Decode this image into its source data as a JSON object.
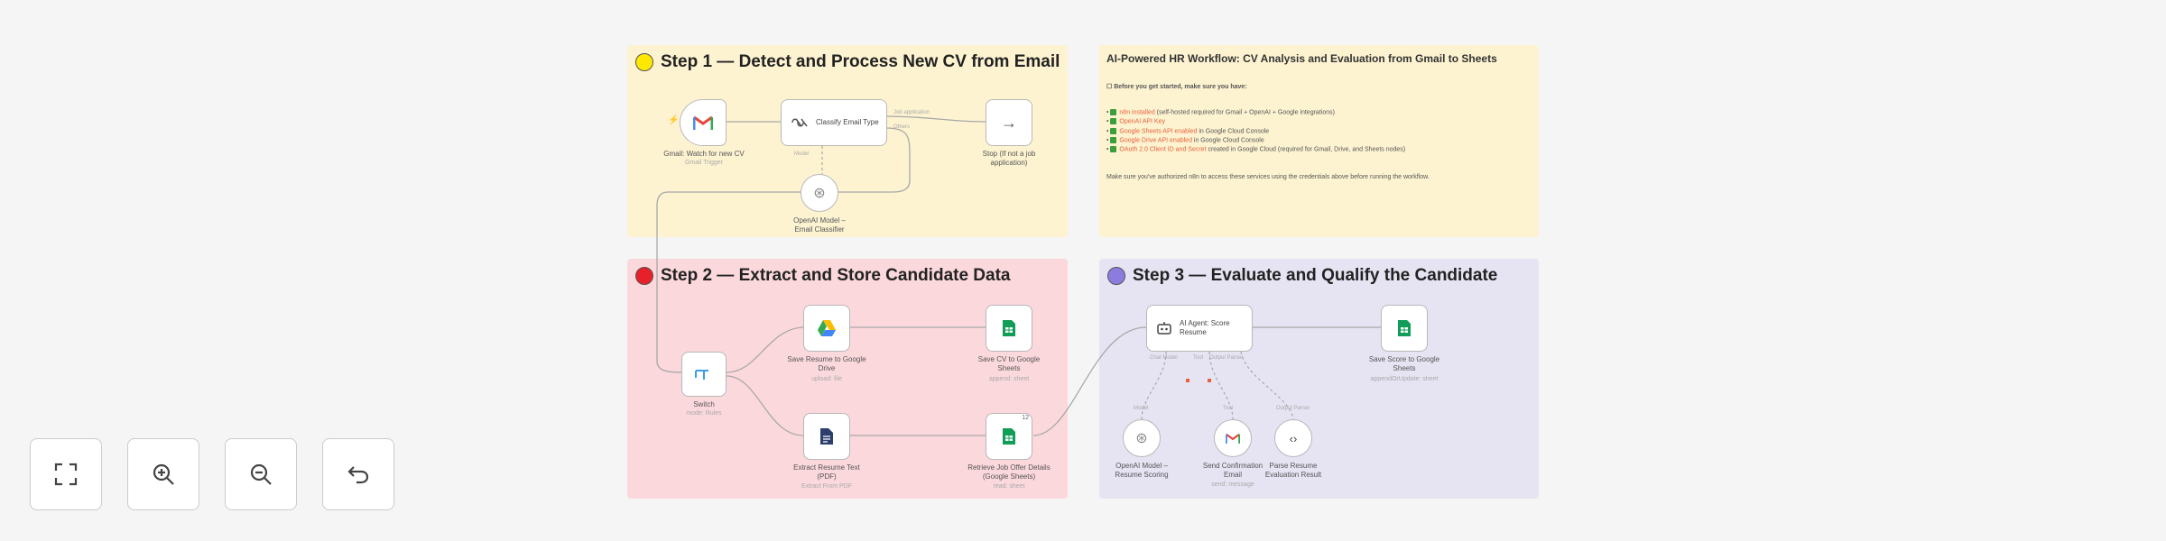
{
  "step1": {
    "title": "Step 1 — Detect and Process New CV from Email",
    "color": "#fdf3d1",
    "dot": "#ffe800"
  },
  "step2": {
    "title": "Step 2 — Extract and Store Candidate Data",
    "color": "#fbd8dc",
    "dot": "#e8202a"
  },
  "step3": {
    "title": "Step 3 — Evaluate and Qualify the Candidate",
    "color": "#e6e3f3",
    "dot": "#8c7ce0"
  },
  "note": {
    "title": "AI-Powered HR Workflow: CV Analysis and Evaluation from Gmail to Sheets",
    "intro": "☐ Before you get started, make sure you have:",
    "items": [
      {
        "req": "n8n installed",
        "rest": " (self-hosted required for Gmail + OpenAI + Google integrations)"
      },
      {
        "req": "OpenAI API Key",
        "rest": ""
      },
      {
        "req": "Google Sheets API enabled",
        "rest": " in Google Cloud Console"
      },
      {
        "req": "Google Drive API enabled",
        "rest": " in Google Cloud Console"
      },
      {
        "req": "OAuth 2.0 Client ID and Secret",
        "rest": " created in Google Cloud (required for Gmail, Drive, and Sheets nodes)"
      }
    ],
    "footer": "Make sure you've authorized n8n to access these services using the credentials above before running the workflow.",
    "color": "#fdf3d1"
  },
  "nodes": {
    "gmail_trigger": {
      "label": "Gmail: Watch for new CV",
      "sub": "Gmail Trigger"
    },
    "classify": {
      "label": "Classify Email Type"
    },
    "stop": {
      "label": "Stop (If not a job application)"
    },
    "openai_classifier": {
      "label": "OpenAI Model – Email Classifier"
    },
    "switch": {
      "label": "Switch",
      "sub": "mode: Rules"
    },
    "save_drive": {
      "label": "Save Resume to Google Drive",
      "sub": "upload: file"
    },
    "save_cv_sheets": {
      "label": "Save CV to Google Sheets",
      "sub": "append: sheet"
    },
    "extract_pdf": {
      "label": "Extract Resume Text (PDF)",
      "sub": "Extract From PDF"
    },
    "retrieve_job": {
      "label": "Retrieve Job Offer Details (Google Sheets)",
      "sub": "read: sheet",
      "badge": "12"
    },
    "ai_agent": {
      "label": "AI Agent: Score Resume"
    },
    "save_score": {
      "label": "Save Score to Google Sheets",
      "sub": "appendOrUpdate: sheet"
    },
    "openai_scoring": {
      "label": "OpenAI Model – Resume Scoring"
    },
    "send_email": {
      "label": "Send Confirmation Email",
      "sub": "send: message"
    },
    "parse_result": {
      "label": "Parse Resume Evaluation Result"
    }
  },
  "edge_labels": {
    "job_app": "Job application",
    "others": "Others",
    "model": "Model",
    "chat_model": "Chat Model",
    "tool": "Tool",
    "output_parser": "Output Parser",
    "model2": "Model",
    "tool2": "Tool",
    "parser2": "Output Parser"
  },
  "controls": {
    "fit": "fit-view",
    "zoom_in": "zoom-in",
    "zoom_out": "zoom-out",
    "undo": "undo"
  }
}
